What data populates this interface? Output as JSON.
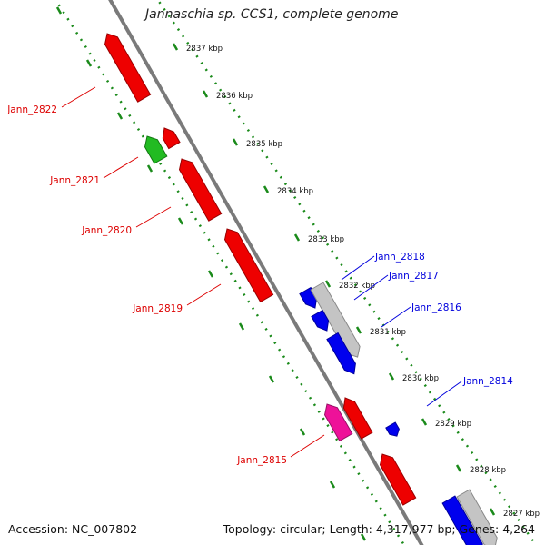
{
  "title": "Jannaschia sp. CCS1, complete genome",
  "footer": {
    "accession": "Accession: NC_007802",
    "topology": "Topology: circular; Length: 4,317,977 bp; Genes: 4,264"
  },
  "colors": {
    "backbone": "#7a7a7a",
    "ruler": "#1a8a1a",
    "forward_label": "#0000dd",
    "reverse_label": "#dd0000",
    "red_gene": "#ee0000",
    "blue_gene": "#0000ee",
    "green_gene": "#22bb22",
    "magenta_gene": "#ee1199",
    "gray_gene": "#c4c4c4"
  },
  "ruler_labels": [
    "2837 kbp",
    "2836 kbp",
    "2835 kbp",
    "2834 kbp",
    "2833 kbp",
    "2832 kbp",
    "2831 kbp",
    "2830 kbp",
    "2829 kbp",
    "2828 kbp",
    "2827 kbp"
  ],
  "genes": {
    "forward": [
      {
        "id": "Jann_2818",
        "color": "blue"
      },
      {
        "id": "Jann_2817",
        "color": "gray"
      },
      {
        "id": "Jann_2816",
        "color": "blue"
      },
      {
        "id": "Jann_2814",
        "color": "blue"
      }
    ],
    "reverse": [
      {
        "id": "Jann_2822",
        "color": "red"
      },
      {
        "id": "Jann_2821",
        "color": "green"
      },
      {
        "id": "Jann_2820",
        "color": "red"
      },
      {
        "id": "Jann_2819",
        "color": "red"
      },
      {
        "id": "Jann_2815",
        "color": "magenta"
      }
    ]
  }
}
